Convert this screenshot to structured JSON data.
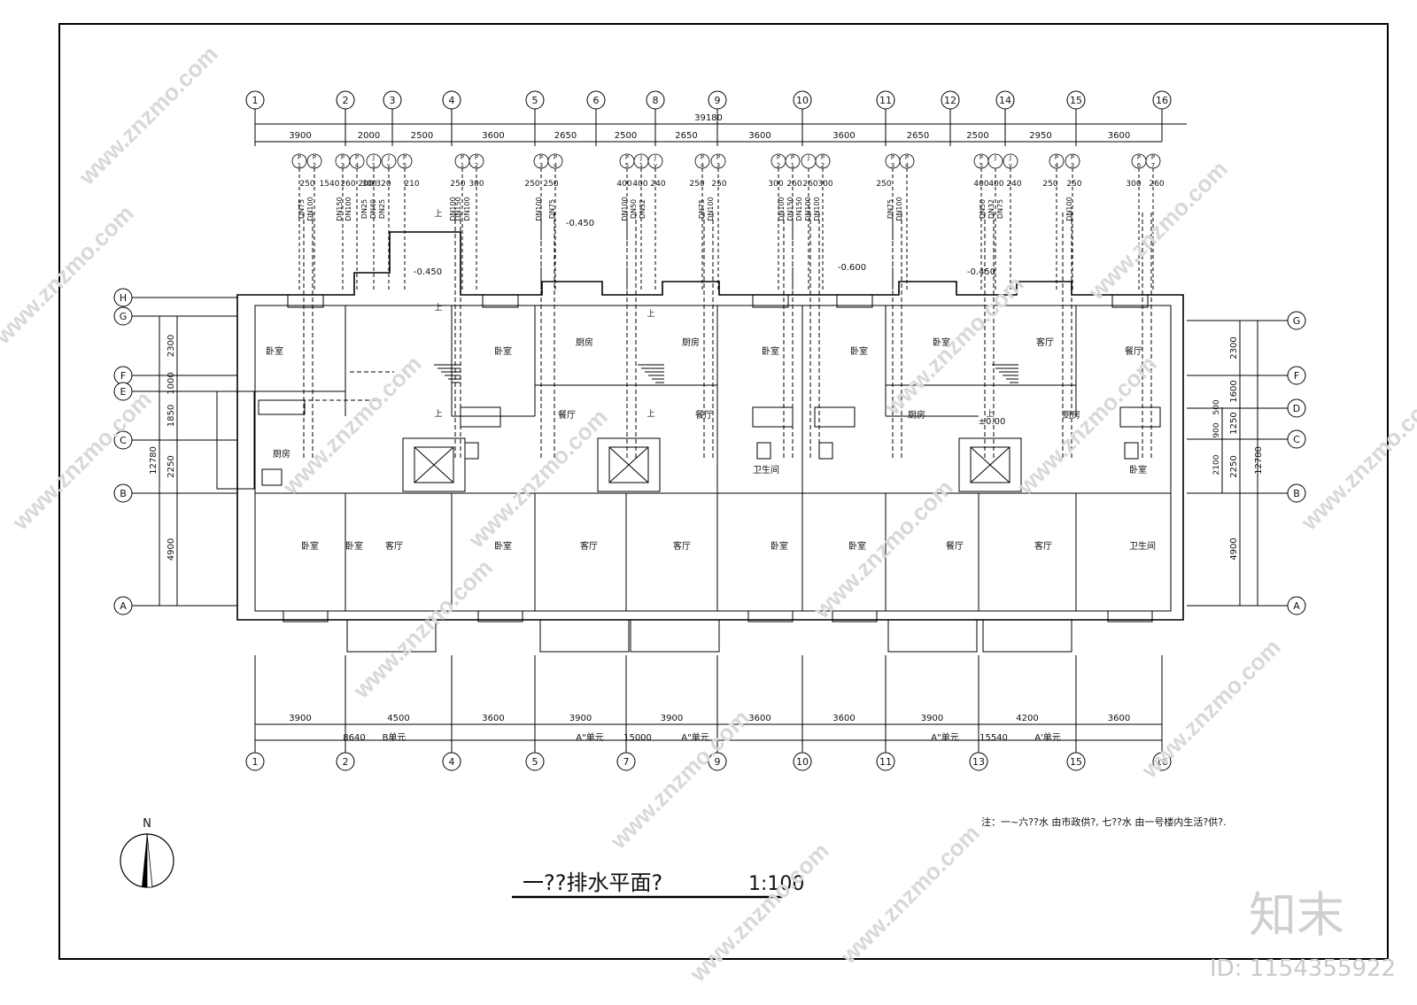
{
  "title": {
    "text": "一??排水平面?",
    "scale": "1:100"
  },
  "north_label": "N",
  "note": "注：一~六??水 由市政供?, 七??水 由一号楼内生活?供?.",
  "axes_top": [
    "1",
    "2",
    "3",
    "4",
    "5",
    "6",
    "8",
    "9",
    "10",
    "11",
    "12",
    "14",
    "15",
    "16"
  ],
  "axes_bottom": [
    "1",
    "2",
    "4",
    "5",
    "7",
    "9",
    "10",
    "11",
    "13",
    "15",
    "16"
  ],
  "axes_left": [
    "H",
    "G",
    "F",
    "E",
    "C",
    "B",
    "A"
  ],
  "axes_right": [
    "G",
    "F",
    "D",
    "C",
    "B",
    "A"
  ],
  "dims_top_total": "39180",
  "dims_top": [
    "3900",
    "2000",
    "2500",
    "3600",
    "2650",
    "2500",
    "2650",
    "3600",
    "3600",
    "2650",
    "2500",
    "2950",
    "3600"
  ],
  "dims_bottom": [
    "3900",
    "4500",
    "3600",
    "3900",
    "3900",
    "3600",
    "3600",
    "3900",
    "4200",
    "3600"
  ],
  "dims_bottom2": [
    "8640",
    "B单元",
    "A\"单元",
    "15000",
    "A\"单元",
    "A\"单元",
    "15540",
    "A'单元"
  ],
  "dims_left": [
    "2300",
    "1000",
    "1850",
    "2250",
    "4900",
    "12780"
  ],
  "dims_right": [
    "2300",
    "1600",
    "500",
    "1250",
    "900",
    "2100",
    "2250",
    "4900",
    "12780"
  ],
  "pipe_tags": [
    "P1",
    "P2",
    "P3",
    "P4",
    "J1",
    "Jy",
    "P5",
    "P1",
    "P2",
    "P3",
    "P4",
    "P5",
    "J1",
    "Jy",
    "P4",
    "P3",
    "P2",
    "P1",
    "J",
    "P2",
    "P3",
    "P4",
    "P5",
    "J",
    "Jy",
    "P4",
    "P3",
    "P6",
    "P7"
  ],
  "pipe_dims": [
    "250",
    "1540",
    "260",
    "200",
    "300",
    "320",
    "210",
    "250",
    "300",
    "250",
    "250",
    "400",
    "400",
    "240",
    "250",
    "250",
    "300",
    "260",
    "260",
    "300",
    "250",
    "400",
    "400",
    "240",
    "250",
    "250",
    "300",
    "260"
  ],
  "pipe_sizes": [
    "DN75",
    "DN100",
    "DN150",
    "DN100",
    "DN25",
    "DN40",
    "DN25",
    "DN100",
    "DN150",
    "DN100",
    "DN100",
    "DN75",
    "DN100",
    "DN50",
    "DN32",
    "DN75",
    "DN100",
    "DN100",
    "DN150",
    "DN150",
    "DN100",
    "DN100",
    "DN75",
    "DN100",
    "DN50",
    "DN32",
    "DN75",
    "DN100"
  ],
  "levels": [
    "-0.450",
    "-0.450",
    "-0.600",
    "-0.450",
    "±0.00"
  ],
  "rooms": [
    "卧室",
    "厨房",
    "卧室",
    "客厅",
    "卧室",
    "卧室",
    "厨房",
    "餐厅",
    "客厅",
    "客厅",
    "厨房",
    "餐厅",
    "卧室",
    "卧室",
    "卫生间",
    "卧室",
    "卧室",
    "卧室",
    "厨房",
    "餐厅",
    "客厅",
    "客厅",
    "厨房",
    "餐厅",
    "卧室",
    "卫生间",
    "卧室"
  ],
  "stair_up": "上",
  "watermark": "www.znzmo.com",
  "brand": "知末",
  "id_label": "ID: 1154355922"
}
